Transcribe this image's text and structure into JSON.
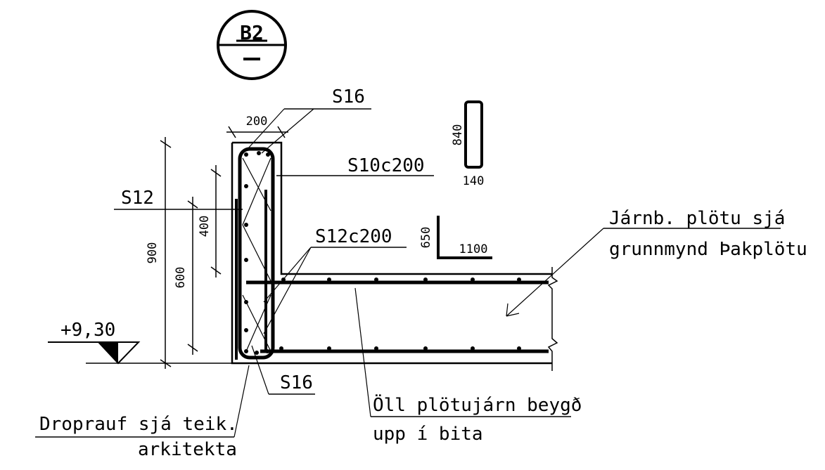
{
  "section": {
    "id": "B2",
    "sub": "–"
  },
  "labels": {
    "s16_top": "S16",
    "s10c200": "S10c200",
    "s12": "S12",
    "s12c200": "S12c200",
    "s16_bottom": "S16",
    "level": "+9,30",
    "slab_rebar_line1": "Járnb. plötu sjá",
    "slab_rebar_line2": "grunnmynd Þakplötu",
    "bend_note_line1": "Öll plötujárn beygð",
    "bend_note_line2": "upp í bita",
    "drip_line1": "Droprauf sjá teik.",
    "drip_line2": "arkitekta"
  },
  "dimensions": {
    "width_200": "200",
    "height_900": "900",
    "height_600": "600",
    "height_400": "400",
    "stirrup_840": "840",
    "stirrup_140": "140",
    "bar_650": "650",
    "bar_1100": "1100"
  }
}
